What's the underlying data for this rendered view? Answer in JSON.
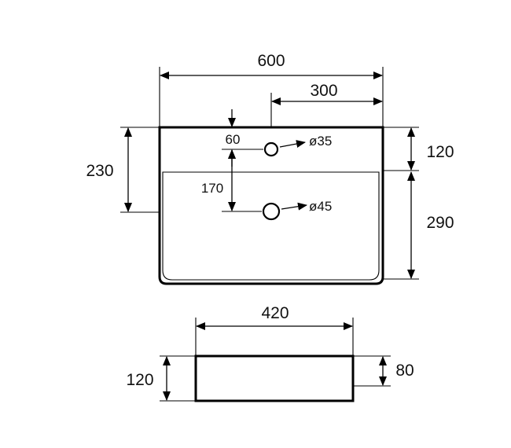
{
  "top_view": {
    "overall_width": "600",
    "tap_offset": "300",
    "tap_hole_from_edge": "60",
    "tap_hole_diameter": "ø35",
    "drain_from_tap": "170",
    "drain_diameter": "ø45",
    "depth_overall": "230",
    "ledge_depth": "120",
    "bowl_depth": "290"
  },
  "front_view": {
    "inner_width": "420",
    "overall_height": "120",
    "inner_height": "80"
  }
}
